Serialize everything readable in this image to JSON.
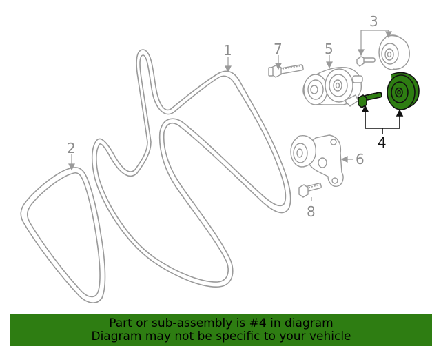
{
  "labels": {
    "item1": "1",
    "item2": "2",
    "item3": "3",
    "item4": "4",
    "item5": "5",
    "item6": "6",
    "item7": "7",
    "item8": "8"
  },
  "banner": {
    "line1": "Part or sub-assembly is #4 in diagram",
    "line2": "Diagram may not be specific to your vehicle"
  },
  "colors": {
    "line": "#8c8c8c",
    "highlight_part": "#2e7d12",
    "banner_bg": "#2e7d12",
    "banner_text": "#000000"
  }
}
